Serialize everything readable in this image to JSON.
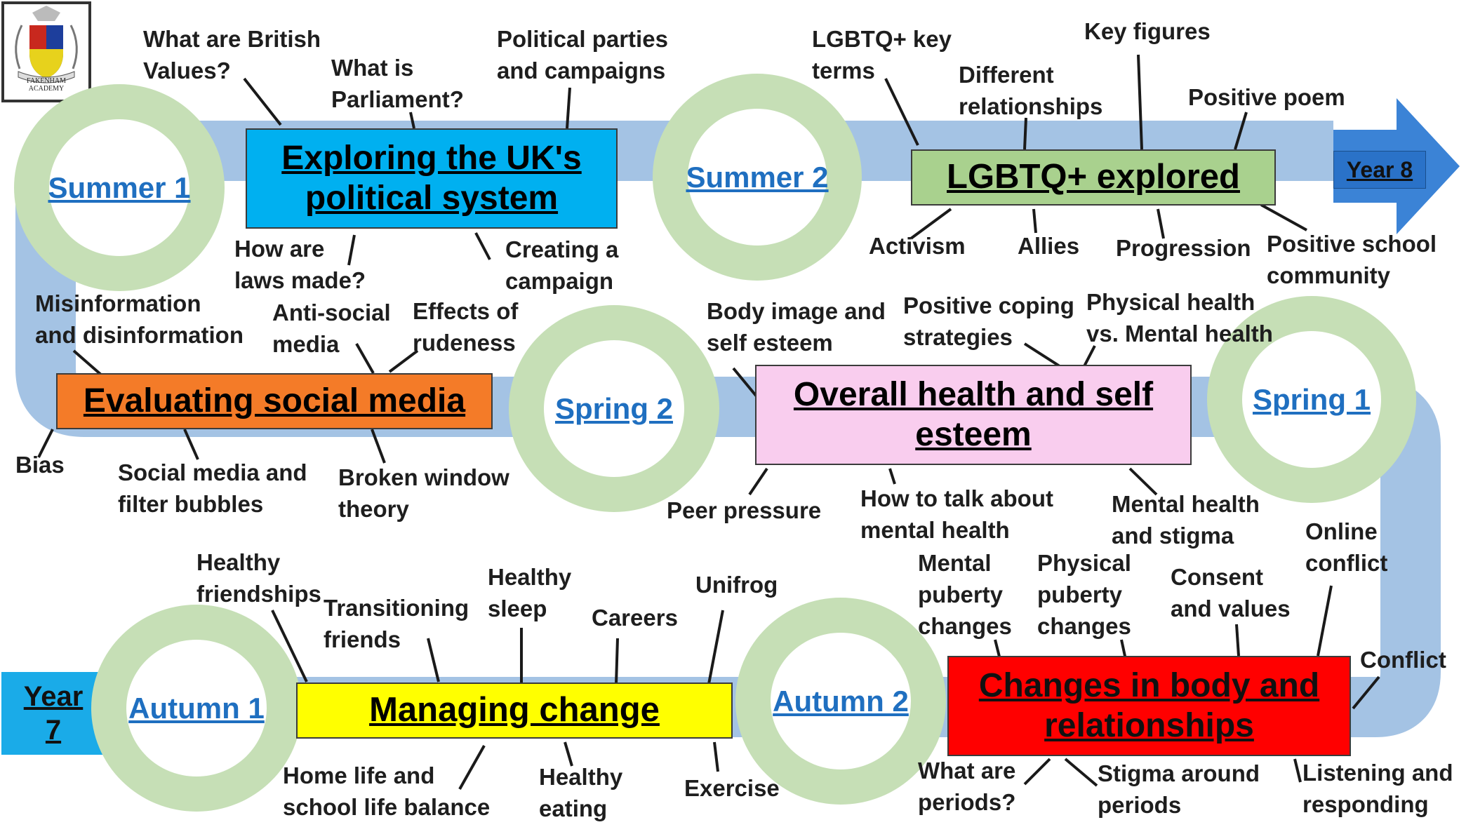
{
  "logo": {
    "school": "FAKENHAM ACADEMY"
  },
  "colors": {
    "road": "#a4c3e4",
    "ring": "#c6dfb6",
    "ring_text": "#1f6fc0",
    "arrow": "#3b83d6",
    "year7_tag": "#1aabe8"
  },
  "icons": {
    "logo": "shield-crest-icon",
    "arrow": "right-arrow-icon"
  },
  "year_start": "Year 7",
  "year_end": "Year 8",
  "terms": {
    "autumn1": "Autumn 1",
    "autumn2": "Autumn 2",
    "spring1": "Spring 1",
    "spring2": "Spring 2",
    "summer1": "Summer 1",
    "summer2": "Summer 2"
  },
  "topics": {
    "managing_change": {
      "title": "Managing change",
      "color": "#ffff00"
    },
    "changes_body": {
      "title": "Changes in body and relationships",
      "color": "#ff0000"
    },
    "overall_health": {
      "title": "Overall health and self esteem",
      "color": "#f9cdee"
    },
    "social_media": {
      "title": "Evaluating social media",
      "color": "#f47b28"
    },
    "political": {
      "title": "Exploring the UK's political system",
      "color": "#00b0f0"
    },
    "lgbtq": {
      "title": "LGBTQ+ explored",
      "color": "#a9d18e"
    }
  },
  "labels": {
    "healthy_friendships": "Healthy friendships",
    "transitioning_friends": "Transitioning friends",
    "healthy_sleep": "Healthy sleep",
    "careers": "Careers",
    "unifrog": "Unifrog",
    "home_school_balance": "Home life and school life balance",
    "healthy_eating": "Healthy eating",
    "exercise": "Exercise",
    "mental_puberty": "Mental puberty changes",
    "physical_puberty": "Physical puberty changes",
    "consent_values": "Consent and values",
    "online_conflict": "Online conflict",
    "conflict": "Conflict",
    "what_are_periods": "What are periods?",
    "stigma_periods": "Stigma around periods",
    "listening_responding": "Listening and responding",
    "body_image": "Body image and self esteem",
    "positive_coping": "Positive coping strategies",
    "physical_vs_mental": "Physical health vs. Mental health",
    "peer_pressure": "Peer pressure",
    "talk_mental_health": "How to talk about mental health",
    "mental_health_stigma": "Mental health and stigma",
    "misinformation": "Misinformation and disinformation",
    "anti_social_media": "Anti-social media",
    "effects_rudeness": "Effects of rudeness",
    "bias": "Bias",
    "filter_bubbles": "Social media and filter bubbles",
    "broken_window": "Broken window theory",
    "british_values": "What are British Values?",
    "what_is_parliament": "What is Parliament?",
    "political_parties": "Political parties and campaigns",
    "how_laws_made": "How are laws made?",
    "creating_campaign": "Creating a campaign",
    "lgbtq_terms": "LGBTQ+ key terms",
    "different_relationships": "Different relationships",
    "key_figures": "Key figures",
    "positive_poem": "Positive poem",
    "activism": "Activism",
    "allies": "Allies",
    "progression": "Progression",
    "positive_community": "Positive school community"
  }
}
